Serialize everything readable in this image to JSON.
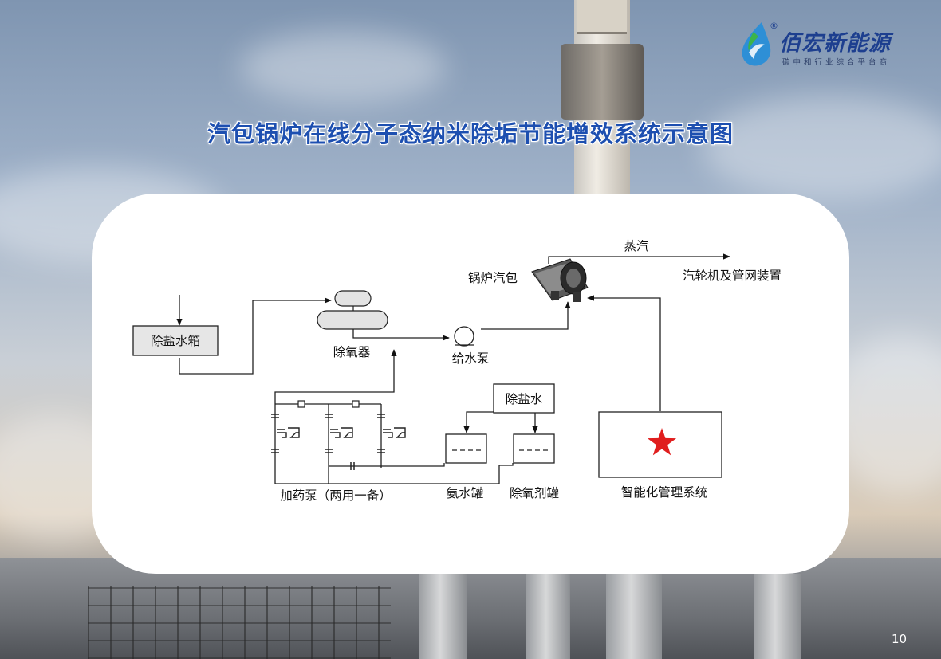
{
  "brand": {
    "name": "佰宏新能源",
    "registered_mark": "®",
    "tagline": "碳中和行业综合平台商",
    "accent_color": "#1d3f8f"
  },
  "title": "汽包锅炉在线分子态纳米除垢节能增效系统示意图",
  "diagram": {
    "desalted_water_tank": "除盐水箱",
    "deaerator": "除氧器",
    "feed_pump": "给水泵",
    "boiler_drum": "锅炉汽包",
    "steam": "蒸汽",
    "turbine_network": "汽轮机及管网装置",
    "desalted_water": "除盐水",
    "dosing_pump": "加药泵（两用一备）",
    "ammonia_tank": "氨水罐",
    "oxygen_scavenger_tank": "除氧剂罐",
    "smart_management": "智能化管理系统",
    "star_color": "#e01e1e"
  },
  "page_number": "10"
}
